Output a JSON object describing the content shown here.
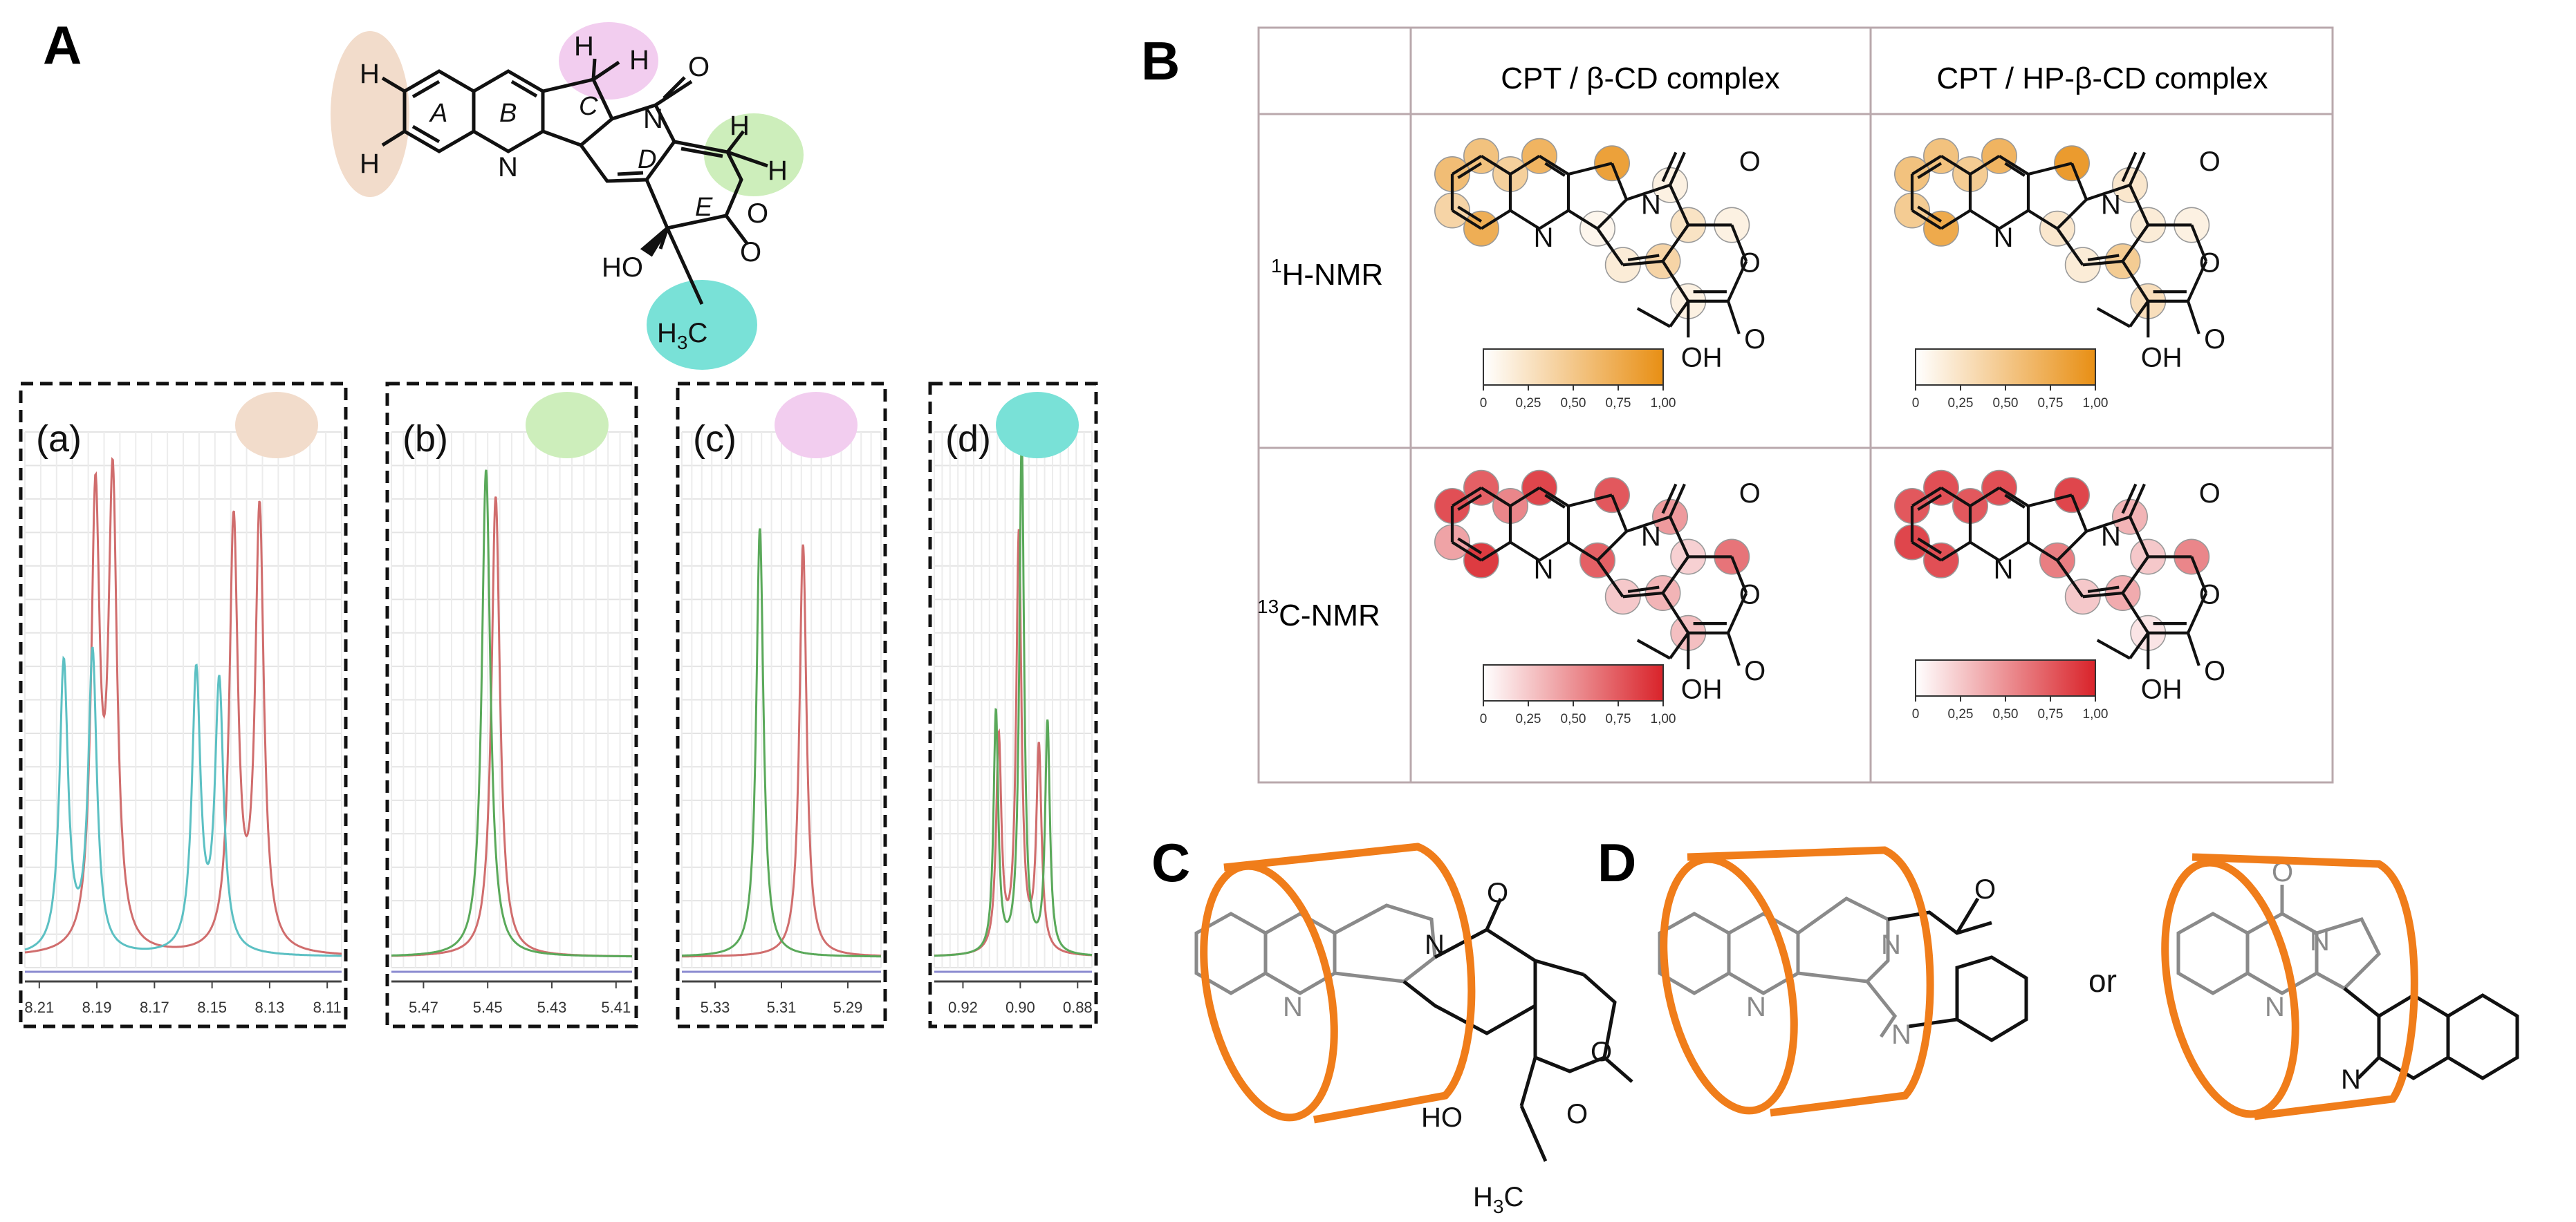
{
  "panel_labels": {
    "a": "A",
    "b": "B",
    "c": "C",
    "d": "D"
  },
  "structure_A": {
    "ring_labels": [
      "A",
      "B",
      "C",
      "D",
      "E"
    ],
    "atoms": {
      "h": "H",
      "n": "N",
      "o": "O",
      "ho": "HO",
      "h3c_main": "H",
      "h3c_sub": "3",
      "h3c_end": "C"
    }
  },
  "spectra": [
    {
      "label": "(a)",
      "marker_color": "#f2dccb",
      "ticks": [
        "8.21",
        "8.19",
        "8.17",
        "8.15",
        "8.13",
        "8.11"
      ],
      "tick_x": [
        8.21,
        8.19,
        8.17,
        8.15,
        8.13,
        8.11
      ],
      "xlim": [
        8.215,
        8.105
      ],
      "series": [
        {
          "color": "#d06d6d",
          "width": 0.0018,
          "peaks": [
            [
              8.1845,
              0.86
            ],
            [
              8.1905,
              0.83
            ],
            [
              8.1425,
              0.8
            ],
            [
              8.1335,
              0.82
            ]
          ]
        },
        {
          "color": "#5cc0c3",
          "width": 0.0018,
          "peaks": [
            [
              8.2015,
              0.54
            ],
            [
              8.1915,
              0.56
            ],
            [
              8.1555,
              0.52
            ],
            [
              8.1475,
              0.5
            ]
          ]
        }
      ]
    },
    {
      "label": "(b)",
      "marker_color": "#cdeebb",
      "ticks": [
        "5.47",
        "5.45",
        "5.43",
        "5.41"
      ],
      "tick_x": [
        5.47,
        5.45,
        5.43,
        5.41
      ],
      "xlim": [
        5.48,
        5.405
      ],
      "series": [
        {
          "color": "#d06d6d",
          "width": 0.0016,
          "peaks": [
            [
              5.4475,
              0.86
            ]
          ]
        },
        {
          "color": "#5aa95a",
          "width": 0.0016,
          "peaks": [
            [
              5.4505,
              0.91
            ]
          ]
        }
      ]
    },
    {
      "label": "(c)",
      "marker_color": "#f2cdef",
      "ticks": [
        "5.33",
        "5.31",
        "5.29"
      ],
      "tick_x": [
        5.33,
        5.31,
        5.29
      ],
      "xlim": [
        5.34,
        5.28
      ],
      "series": [
        {
          "color": "#d06d6d",
          "width": 0.0013,
          "peaks": [
            [
              5.3035,
              0.77
            ]
          ]
        },
        {
          "color": "#5aa95a",
          "width": 0.0013,
          "peaks": [
            [
              5.3165,
              0.8
            ]
          ]
        }
      ]
    },
    {
      "label": "(d)",
      "marker_color": "#79e1d7",
      "ticks": [
        "0.92",
        "0.90",
        "0.88"
      ],
      "tick_x": [
        0.92,
        0.9,
        0.88
      ],
      "xlim": [
        0.93,
        0.875
      ],
      "series": [
        {
          "color": "#d06d6d",
          "width": 0.0011,
          "peaks": [
            [
              0.9075,
              0.4
            ],
            [
              0.9005,
              0.78
            ],
            [
              0.8935,
              0.38
            ]
          ]
        },
        {
          "color": "#5aa95a",
          "width": 0.001,
          "peaks": [
            [
              0.9085,
              0.45
            ],
            [
              0.8995,
              0.96
            ],
            [
              0.8905,
              0.43
            ]
          ]
        }
      ]
    }
  ],
  "table_B": {
    "col1": "CPT / β-CD complex",
    "col2": "CPT / HP-β-CD complex",
    "row1_sup": "1",
    "row1_text": "H-NMR",
    "row2_sup": "13",
    "row2_text": "C-NMR",
    "scale_ticks": [
      "0",
      "0,25",
      "0,50",
      "0,75",
      "1,00"
    ],
    "h_color": "#e88f14",
    "c_color": "#d9232a",
    "h_bcd": [
      0.6,
      0.55,
      0.4,
      0.35,
      0.75,
      0.7,
      0.9,
      0.0,
      0.35,
      0.2,
      0.05,
      0.05,
      0.1,
      0.05
    ],
    "h_hpbcd": [
      0.55,
      0.55,
      0.45,
      0.45,
      0.8,
      0.7,
      0.95,
      0.15,
      0.45,
      0.1,
      0.15,
      0.05,
      0.1,
      0.25
    ],
    "c_bcd": [
      0.85,
      0.75,
      0.55,
      0.4,
      0.95,
      0.9,
      0.8,
      0.75,
      0.3,
      0.15,
      0.45,
      0.65,
      0.2,
      0.25
    ],
    "c_hpbcd": [
      0.8,
      0.85,
      0.8,
      0.9,
      0.85,
      0.85,
      0.9,
      0.6,
      0.35,
      0.2,
      0.3,
      0.55,
      0.2,
      0.05
    ]
  },
  "panel_D": {
    "or": "or"
  },
  "colors": {
    "cd_orange": "#f07d1a",
    "grey_mol": "#8a8a8a"
  }
}
